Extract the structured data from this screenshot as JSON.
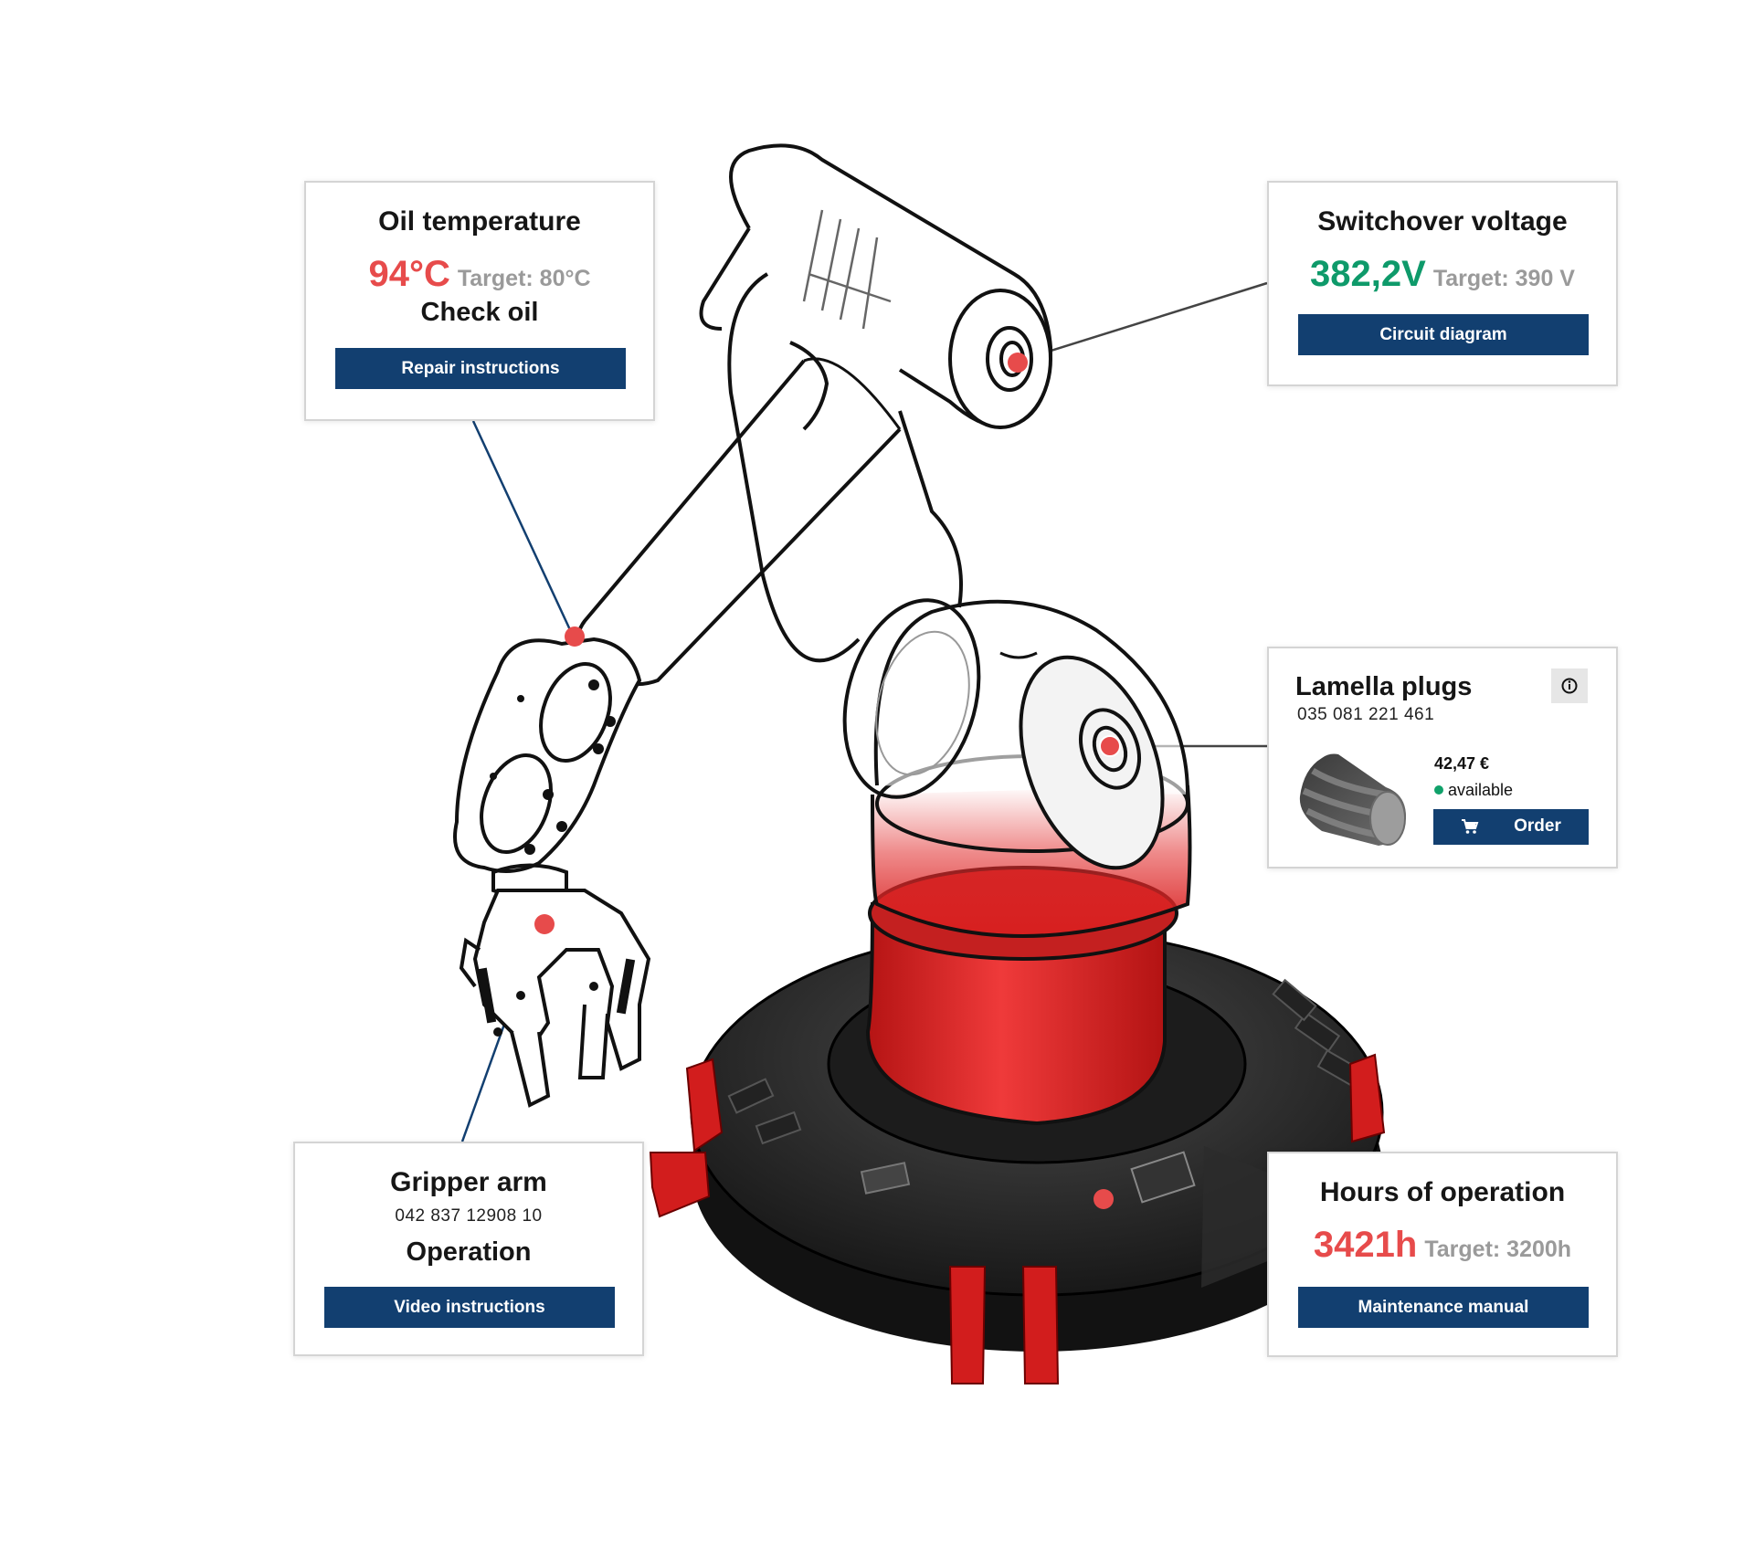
{
  "colors": {
    "button": "#123f70",
    "alert_red": "#e74b4b",
    "ok_green": "#0e9a6a",
    "hotspot": "#e74b4b"
  },
  "cards": {
    "oil_temperature": {
      "title": "Oil temperature",
      "value": "94°C",
      "target": "Target: 80°C",
      "message": "Check oil",
      "button": "Repair instructions"
    },
    "switchover_voltage": {
      "title": "Switchover voltage",
      "value": "382,2V",
      "target": "Target: 390 V",
      "button": "Circuit diagram"
    },
    "lamella_plugs": {
      "title": "Lamella plugs",
      "part_number": "035 081 221 461",
      "price": "42,47 €",
      "availability": "available",
      "button": "Order",
      "icons": {
        "info": "info-icon",
        "cart": "cart-icon"
      }
    },
    "gripper_arm": {
      "title": "Gripper arm",
      "part_number": "042 837 12908 10",
      "message": "Operation",
      "button": "Video instructions"
    },
    "hours_of_operation": {
      "title": "Hours of operation",
      "value": "3421h",
      "target": "Target: 3200h",
      "button": "Maintenance manual"
    }
  }
}
